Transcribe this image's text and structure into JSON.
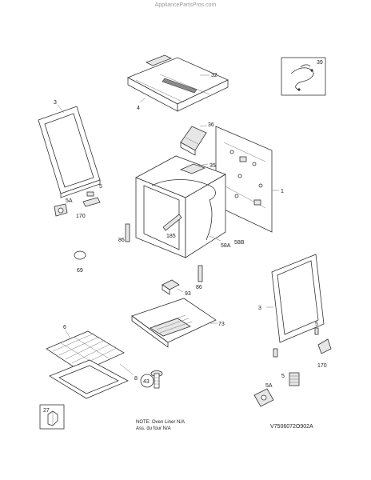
{
  "header": {
    "watermark": "AppliancePartsPros.com"
  },
  "footer": {
    "note_line1": "NOTE: Oven Liner N/A",
    "note_line2": "Ass. du four N/A",
    "diagram_code": "V7506072O902A"
  },
  "callouts": {
    "p32": "32",
    "p4": "4",
    "p39": "39",
    "p3a": "3",
    "p36": "36",
    "p35": "35",
    "p1": "1",
    "p5a": "5",
    "p5a_label": "5A",
    "p170a": "170",
    "p86a": "86",
    "p185": "185",
    "p58a": "58A",
    "p58b": "58B",
    "p69": "69",
    "p86b": "86",
    "p93": "93",
    "p73": "73",
    "p3b": "3",
    "p6": "6",
    "p8": "8",
    "p43": "43",
    "p5b": "5",
    "p5b_label": "5A",
    "p170b": "170",
    "p27": "27"
  }
}
